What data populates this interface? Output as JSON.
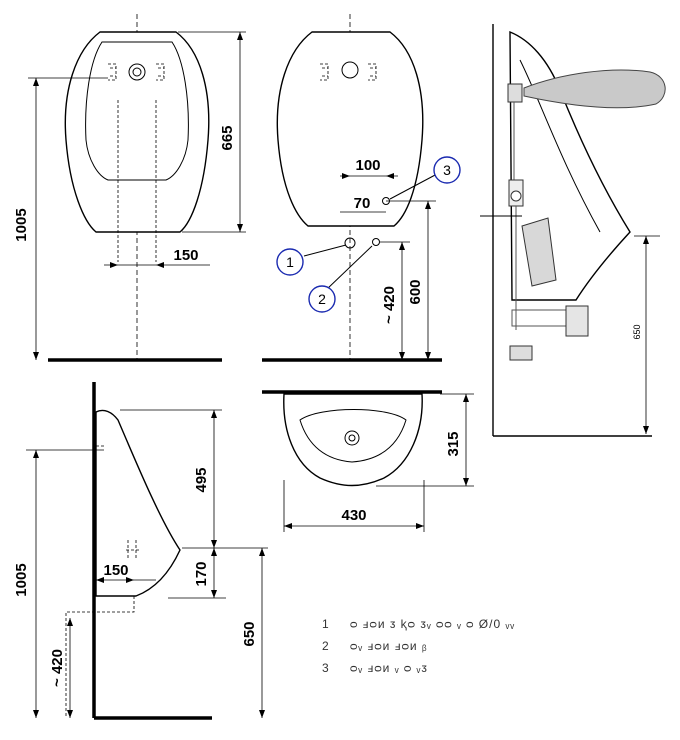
{
  "front_view": {
    "dim_height_total": "1005",
    "dim_height_body": "665",
    "dim_pipe_spacing": "150"
  },
  "rear_view": {
    "dim_horizontal_a": "100",
    "dim_horizontal_b": "70",
    "dim_vertical_a": "~ 420",
    "dim_vertical_b": "600"
  },
  "callouts": [
    "1",
    "2",
    "3"
  ],
  "section_side": {
    "dim_total": "1005",
    "dim_upper": "495",
    "dim_lip": "170",
    "dim_floor": "650",
    "dim_drain": "~ 420",
    "dim_depth": "150"
  },
  "top_view": {
    "dim_width": "430",
    "dim_depth": "315"
  },
  "install_view": {
    "dim_height": "650"
  },
  "legend": [
    {
      "num": "1",
      "text": "ᴑ ⅎᴑᴎ ᴣ ⱪᴑ ᴣᵥ ᴑᴑ ᵥ ᴑ Ø/0 ᵥᵥ"
    },
    {
      "num": "2",
      "text": "ᴑᵥ ⅎᴑᴎ ⅎᴑᴎ ᵦ"
    },
    {
      "num": "3",
      "text": "ᴑᵥ ⅎᴑᴎ ᵥ ᴑ ᵥᴣ"
    }
  ]
}
